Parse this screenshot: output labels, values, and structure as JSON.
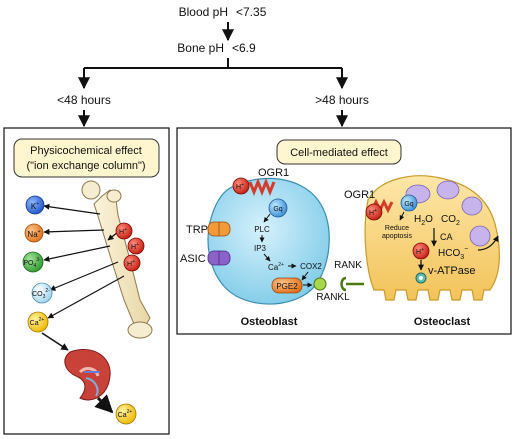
{
  "flow": {
    "blood_ph_label": "Blood pH",
    "blood_ph_value": "<7.35",
    "bone_ph_label": "Bone pH",
    "bone_ph_value": "<6.9",
    "left_time": "<48 hours",
    "right_time": ">48 hours"
  },
  "left_panel": {
    "title_line1": "Physicochemical effect",
    "title_line2": "(\"ion exchange column\")",
    "ions_left": [
      {
        "base": "K",
        "sup": "+",
        "sub": "",
        "color": "#2f6bd8"
      },
      {
        "base": "Na",
        "sup": "+",
        "sub": "",
        "color": "#f08a2a"
      },
      {
        "base": "PO",
        "sup": "3-",
        "sub": "4",
        "color": "#3fae3f"
      },
      {
        "base": "CO",
        "sup": "2-",
        "sub": "3",
        "color": "#bfe3f3"
      },
      {
        "base": "Ca",
        "sup": "2+",
        "sub": "",
        "color": "#f5cc1a"
      }
    ],
    "ions_h": [
      {
        "base": "H",
        "sup": "+"
      },
      {
        "base": "H",
        "sup": "+"
      },
      {
        "base": "H",
        "sup": "+"
      }
    ],
    "excreted_ion": {
      "base": "Ca",
      "sup": "2+"
    }
  },
  "right_panel": {
    "title": "Cell-mediated effect",
    "osteoblast": {
      "name": "Osteoblast",
      "receptor": "OGR1",
      "h_ion": {
        "base": "H",
        "sup": "+"
      },
      "gq": "Gq",
      "trp": "TRP",
      "asic": "ASIC",
      "plc": "PLC",
      "ip3": "IP3",
      "ca": {
        "base": "Ca",
        "sup": "2+"
      },
      "cox2": "COX2",
      "pge2": "PGE2",
      "rankl": "RANKL"
    },
    "osteoclast": {
      "name": "Osteoclast",
      "receptor": "OGR1",
      "rank": "RANK",
      "h_ion": {
        "base": "H",
        "sup": "+"
      },
      "gq": "Gq",
      "reduce_line1": "Reduce",
      "reduce_line2": "apoptosis",
      "h2o": {
        "base": "H",
        "sub": "2",
        "tail": "O"
      },
      "co2": {
        "base": "CO",
        "sub": "2"
      },
      "ca_enzyme": "CA",
      "h_inner": {
        "base": "H",
        "sup": "+"
      },
      "hco3": {
        "base": "HCO",
        "sub": "3",
        "sup": "−"
      },
      "vatpase": "v-ATPase"
    }
  }
}
